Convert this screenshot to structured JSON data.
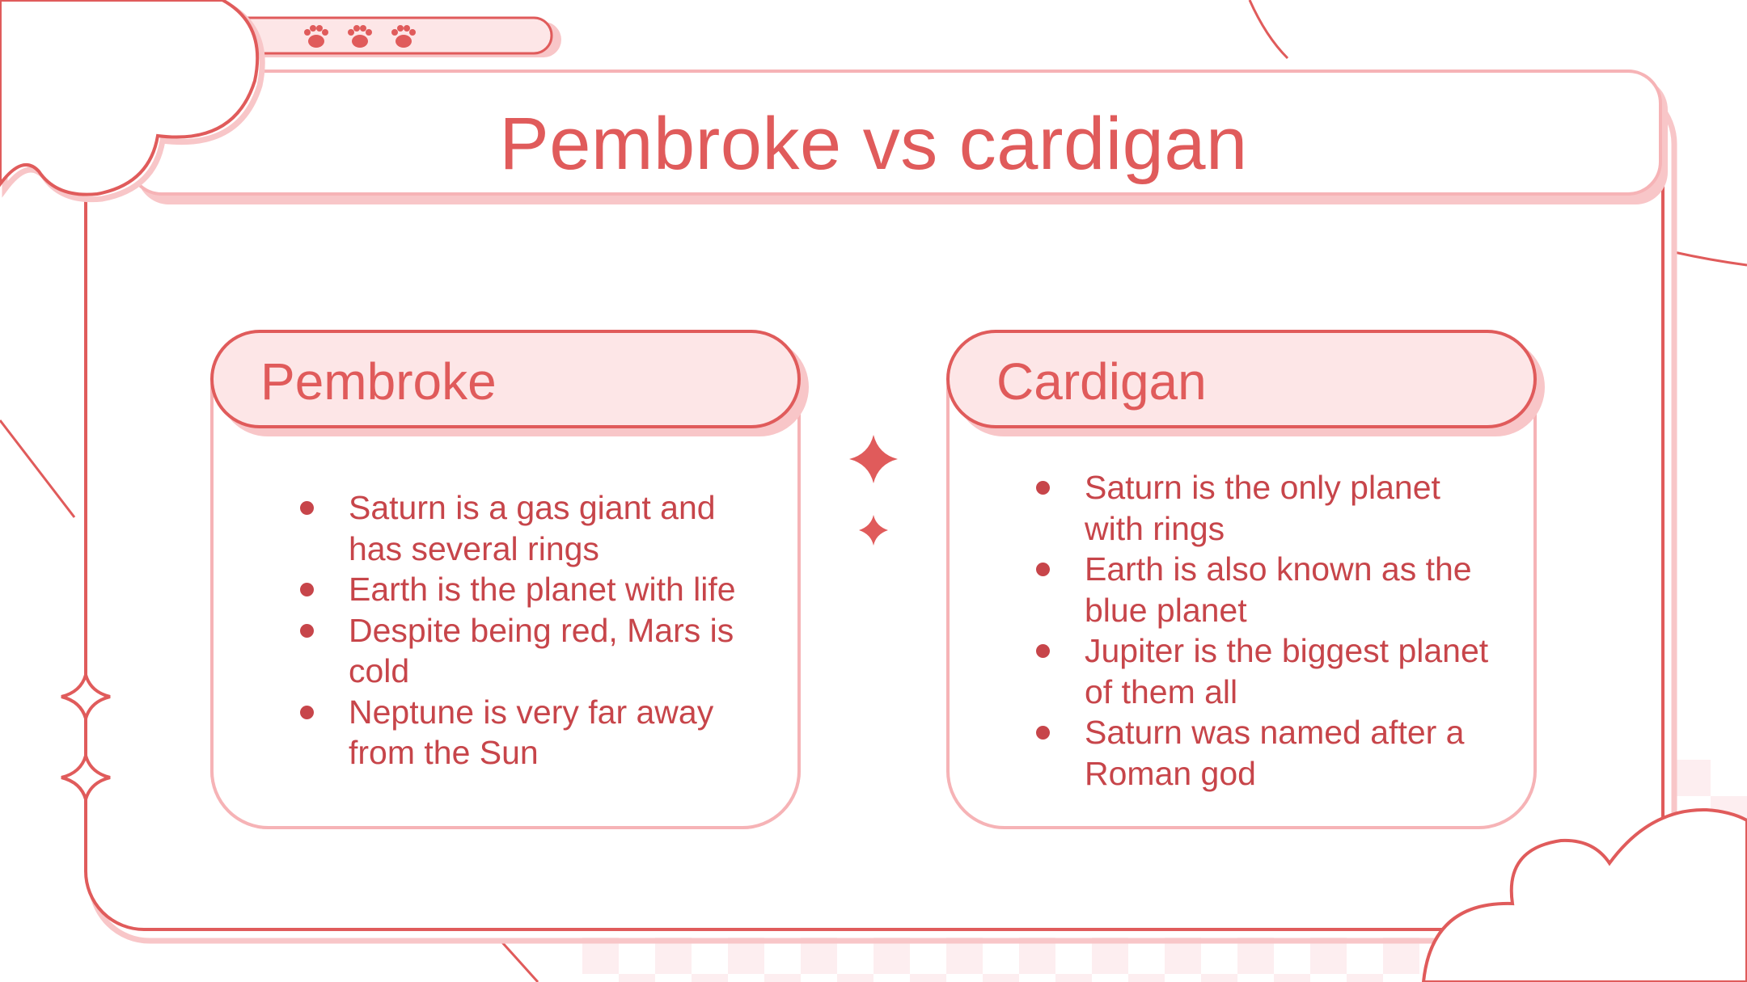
{
  "slide": {
    "title": "Pembroke vs cardigan",
    "columns": [
      {
        "heading": "Pembroke",
        "bullets": [
          "Saturn is a gas giant and has several rings",
          "Earth is the planet with life",
          "Despite being red, Mars is cold",
          "Neptune is very far away from the Sun"
        ]
      },
      {
        "heading": "Cardigan",
        "bullets": [
          "Saturn is the only planet with rings",
          "Earth is also known as the blue planet",
          "Jupiter is the biggest planet of them all",
          "Saturn was named after a Roman god"
        ]
      }
    ]
  },
  "colors": {
    "accent": "#e05b5b",
    "text": "#c7454a",
    "pink_fill": "#fde6e7",
    "pink_stroke": "#f6b3b6"
  },
  "icons": [
    "paw-icon",
    "cloud-icon",
    "sparkle-icon",
    "diamond-icon"
  ]
}
